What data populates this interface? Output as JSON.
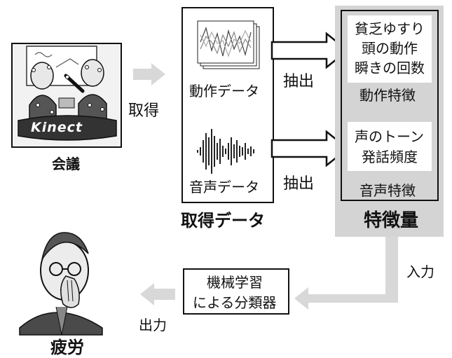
{
  "meeting": {
    "label": "会議",
    "kinect_text": "Kinect"
  },
  "acquire": {
    "label": "取得"
  },
  "acquired_data": {
    "motion_label": "動作データ",
    "audio_label": "音声データ",
    "title": "取得データ"
  },
  "extract": {
    "label_top": "抽出",
    "label_bottom": "抽出"
  },
  "features": {
    "motion_items": [
      "貧乏ゆすり",
      "頭の動作",
      "瞬きの回数"
    ],
    "motion_title": "動作特徴",
    "audio_items": [
      "声のトーン",
      "発話頻度"
    ],
    "audio_title": "音声特徴",
    "title": "特徴量"
  },
  "input": {
    "label": "入力"
  },
  "classifier": {
    "line1": "機械学習",
    "line2": "による分類器"
  },
  "output": {
    "label": "出力"
  },
  "fatigue": {
    "label": "疲労"
  },
  "colors": {
    "gray_panel": "#d4d4d4",
    "arrow_gray": "#d8d8d8",
    "ink": "#111111"
  }
}
